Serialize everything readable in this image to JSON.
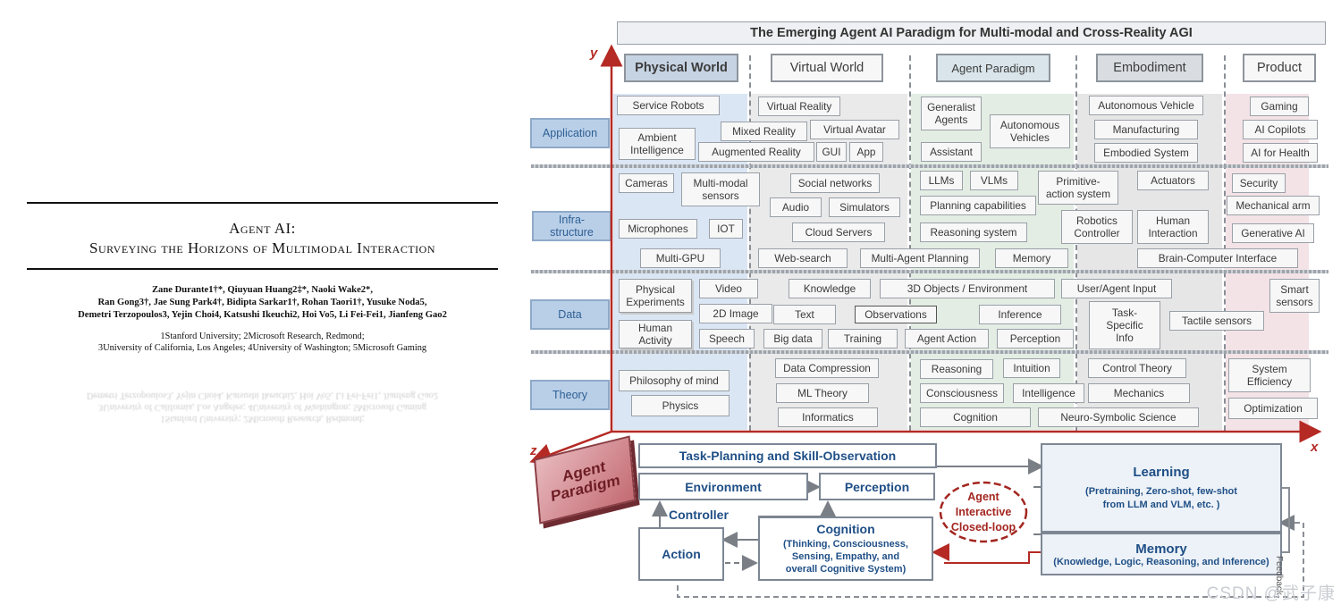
{
  "paper": {
    "title_line1": "Agent AI:",
    "title_line2": "Surveying the Horizons of Multimodal Interaction",
    "authors": [
      "Zane Durante1†*, Qiuyuan Huang2‡*, Naoki Wake2*,",
      "Ran Gong3†, Jae Sung Park4†, Bidipta Sarkar1†, Rohan Taori1†, Yusuke Noda5,",
      "Demetri Terzopoulos3, Yejin Choi4, Katsushi Ikeuchi2, Hoi Vo5, Li Fei-Fei1, Jianfeng Gao2"
    ],
    "affiliations": [
      "1Stanford University; 2Microsoft Research, Redmond;",
      "3University of California, Los Angeles; 4University of Washington; 5Microsoft Gaming"
    ]
  },
  "diagram": {
    "title": "The Emerging Agent AI Paradigm for Multi-modal and Cross-Reality AGI",
    "axis_y": "y",
    "axis_x": "x",
    "axis_z": "z",
    "columns": [
      "Physical World",
      "Virtual World",
      "Agent Paradigm",
      "Embodiment",
      "Product"
    ],
    "rows": [
      "Application",
      "Infra-\nstructure",
      "Data",
      "Theory"
    ],
    "agent_paradigm_tag": "Agent\nParadigm",
    "cells": [
      "Service Robots",
      "Ambient\nIntelligence",
      "Virtual Reality",
      "Mixed Reality",
      "Virtual Avatar",
      "Augmented Reality",
      "GUI",
      "App",
      "Generalist\nAgents",
      "Autonomous\nVehicles",
      "Assistant",
      "Autonomous Vehicle",
      "Manufacturing",
      "Embodied System",
      "Gaming",
      "AI Copilots",
      "AI for Health",
      "Cameras",
      "Multi-modal\nsensors",
      "Microphones",
      "IOT",
      "Multi-GPU",
      "Social networks",
      "Audio",
      "Simulators",
      "Cloud Servers",
      "Web-search",
      "Multi-Agent Planning",
      "LLMs",
      "VLMs",
      "Planning capabilities",
      "Reasoning system",
      "Memory",
      "Primitive-\naction system",
      "Actuators",
      "Robotics\nController",
      "Human\nInteraction",
      "Brain-Computer Interface",
      "Security",
      "Mechanical arm",
      "Generative AI",
      "Physical\nExperiments",
      "Video",
      "Human\nActivity",
      "2D Image",
      "Speech",
      "Knowledge",
      "Text",
      "Big data",
      "Training",
      "3D Objects / Environment",
      "Observations",
      "Inference",
      "Agent Action",
      "Perception",
      "User/Agent  Input",
      "Task-\nSpecific\nInfo",
      "Tactile sensors",
      "Smart\nsensors",
      "Philosophy of mind",
      "Physics",
      "Data Compression",
      "ML Theory",
      "Informatics",
      "Reasoning",
      "Intuition",
      "Consciousness",
      "Intelligence",
      "Cognition",
      "Control Theory",
      "Mechanics",
      "Neuro-Symbolic Science",
      "System\nEfficiency",
      "Optimization"
    ],
    "flow": {
      "task_planning": "Task-Planning and Skill-Observation",
      "environment": "Environment",
      "perception": "Perception",
      "controller": "Controller",
      "action": "Action",
      "cognition_title": "Cognition",
      "cognition_body": "(Thinking, Consciousness,\nSensing, Empathy, and\noverall Cognitive System)",
      "loop": "Agent\nInteractive\nClosed-loop",
      "learning_title": "Learning",
      "learning_body": "(Pretraining, Zero-shot, few-shot\nfrom LLM and VLM, etc. )",
      "memory_title": "Memory",
      "memory_body": "(Knowledge, Logic, Reasoning, and Inference)",
      "feedback": "Feedback"
    },
    "watermark": "CSDN @武子康",
    "colors": {
      "label_blue": "#b9cfe8",
      "physical_blue": "#dbe6f4",
      "agent_green": "#e3ede3",
      "product_pink": "#f3e3e6",
      "axis_red": "#b52a24"
    }
  }
}
